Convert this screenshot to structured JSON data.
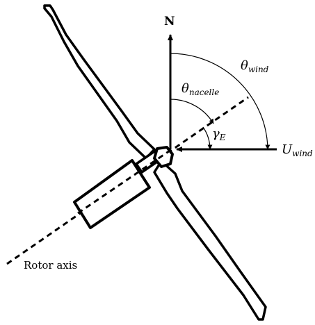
{
  "labels": {
    "north": "N",
    "theta_wind_main": "θ",
    "theta_wind_sub": "wind",
    "theta_nacelle_main": "θ",
    "theta_nacelle_sub": "nacelle",
    "gamma_main": "γ",
    "gamma_sub": "E",
    "u_wind_main": "U",
    "u_wind_sub": "wind",
    "rotor_axis": "Rotor axis"
  },
  "colors": {
    "stroke": "#000000",
    "background": "#ffffff"
  }
}
